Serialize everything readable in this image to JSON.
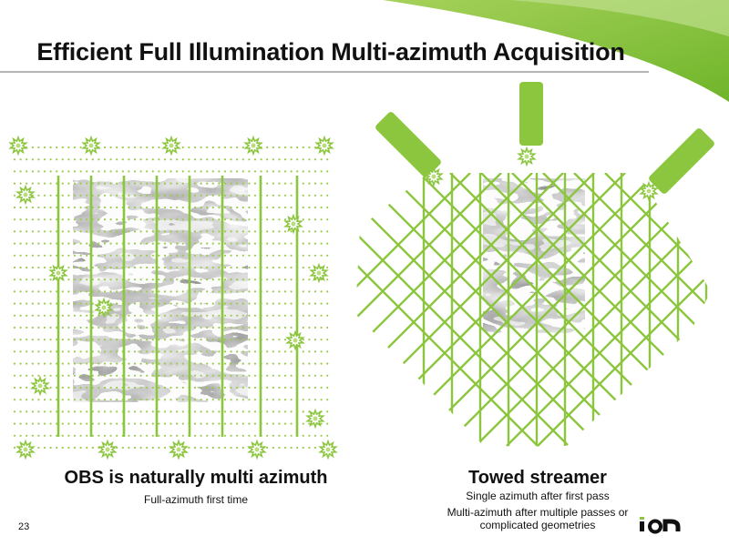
{
  "slide": {
    "title": "Efficient Full Illumination Multi-azimuth Acquisition",
    "page_number": "23",
    "logo_text": "ion"
  },
  "left_panel": {
    "heading": "OBS is naturally multi azimuth",
    "subheading": "Full-azimuth first time"
  },
  "right_panel": {
    "heading": "Towed streamer",
    "subheading_1": "Single azimuth after first pass",
    "subheading_2": "Multi-azimuth after multiple passes or complicated geometries"
  },
  "colors": {
    "accent_green": "#8cc63f",
    "line_green": "#8cc63f",
    "dot_green": "#9cc94e",
    "swoosh_green": "#7bbf2a",
    "seismic_dark": "#2a2a2a"
  }
}
